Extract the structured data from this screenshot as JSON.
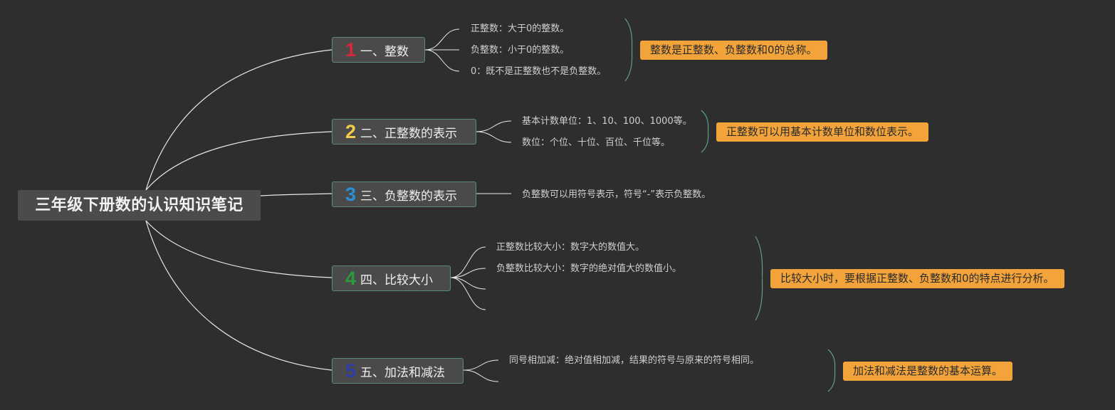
{
  "colors": {
    "background": "#2e2e2e",
    "node_fill": "#4a4a4a",
    "node_border": "#5e8a7e",
    "summary_fill": "#f2a33a",
    "link": "#e8e8e8",
    "brace": "#5e9e8a"
  },
  "root": {
    "title": "三年级下册数的认识知识笔记"
  },
  "branches": [
    {
      "number": "1",
      "number_color": "#d9263a",
      "label": "一、整数",
      "items": [
        "正整数：大于0的整数。",
        "负整数：小于0的整数。",
        "0：既不是正整数也不是负整数。"
      ],
      "summary": "整数是正整数、负整数和0的总称。"
    },
    {
      "number": "2",
      "number_color": "#f2cc4a",
      "label": "二、正整数的表示",
      "items": [
        "基本计数单位：1、10、100、1000等。",
        "数位：个位、十位、百位、千位等。"
      ],
      "summary": "正整数可以用基本计数单位和数位表示。"
    },
    {
      "number": "3",
      "number_color": "#2b8fd6",
      "label": "三、负整数的表示",
      "items": [
        "负整数可以用符号表示，符号“-”表示负整数。"
      ]
    },
    {
      "number": "4",
      "number_color": "#2a9a3a",
      "label": "四、比较大小",
      "items": [
        "正整数比较大小：数字大的数值大。",
        "负整数比较大小：数字的绝对值大的数值小。",
        "",
        ""
      ],
      "summary": "比较大小时，要根据正整数、负整数和0的特点进行分析。"
    },
    {
      "number": "5",
      "number_color": "#2d3fa6",
      "label": "五、加法和减法",
      "items": [
        "同号相加减：绝对值相加减，结果的符号与原来的符号相同。",
        ""
      ],
      "summary": "加法和减法是整数的基本运算。"
    }
  ]
}
